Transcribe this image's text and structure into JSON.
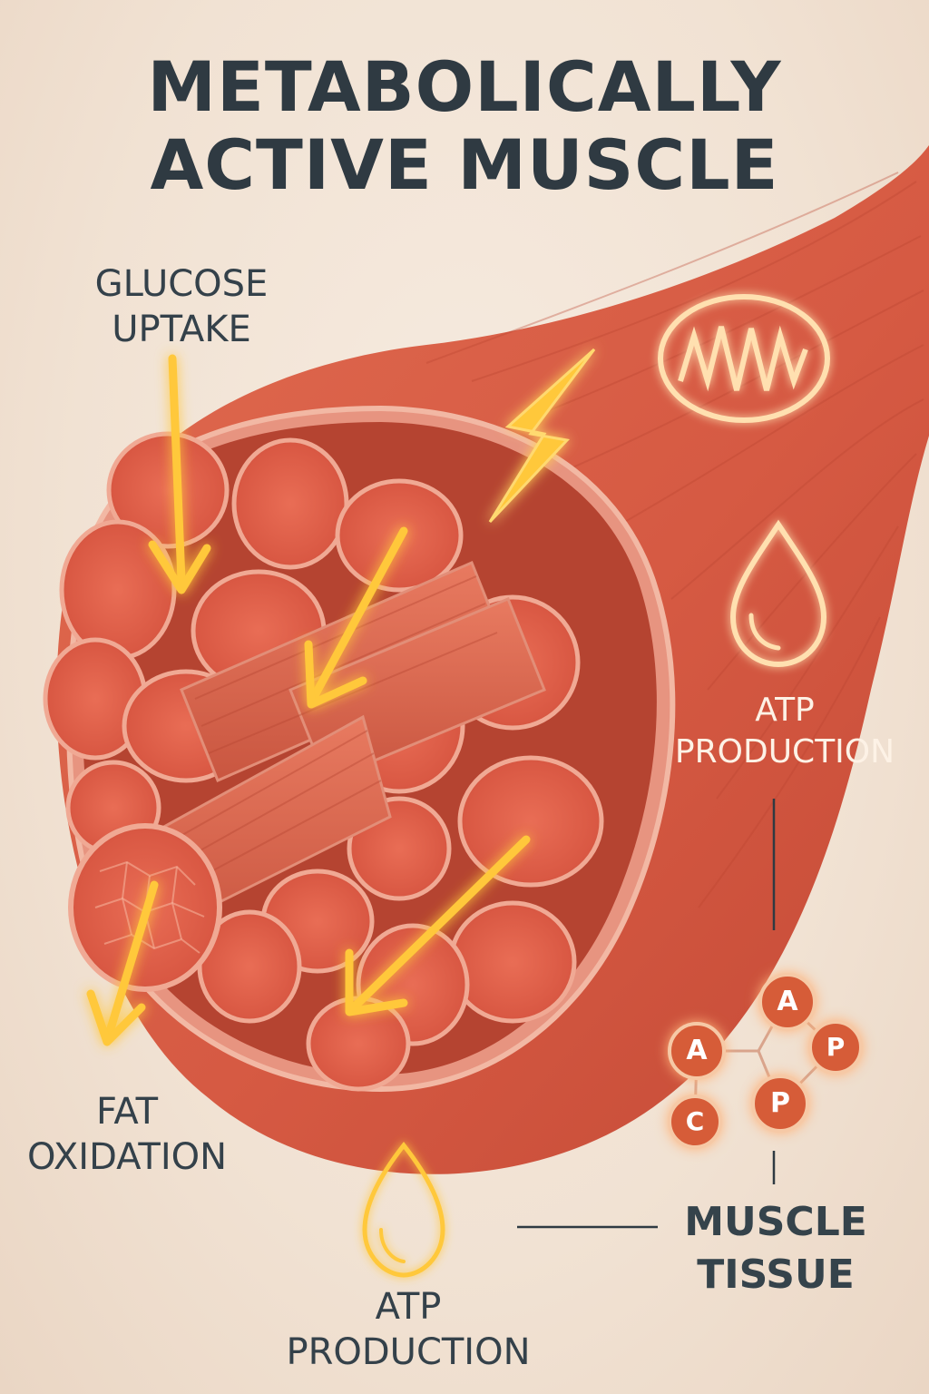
{
  "title": {
    "line1": "METABOLICALLY",
    "line2": "ACTIVE MUSCLE"
  },
  "labels": {
    "glucose_uptake": {
      "line1": "GLUCOSE",
      "line2": "UPTAKE"
    },
    "fat_oxidation": {
      "line1": "FAT",
      "line2": "OXIDATION"
    },
    "atp_production_right": {
      "line1": "ATP",
      "line2": "PRODUCTION"
    },
    "atp_production_bottom": {
      "line1": "ATP",
      "line2": "PRODUCTION"
    },
    "muscle_tissue": {
      "line1": "MUSCLE",
      "line2": "TISSUE"
    }
  },
  "molecule_nodes": [
    "A",
    "A",
    "P",
    "C",
    "P"
  ],
  "icons": [
    "mitochondrion-icon",
    "droplet-icon",
    "lightning-icon",
    "arrow-icon"
  ],
  "colors": {
    "background": "#f1e2d3",
    "muscle": "#d9573f",
    "muscle_light": "#e9735a",
    "glow": "#ffc83a",
    "node": "#d2603c",
    "text_dark": "#2f3a42"
  }
}
